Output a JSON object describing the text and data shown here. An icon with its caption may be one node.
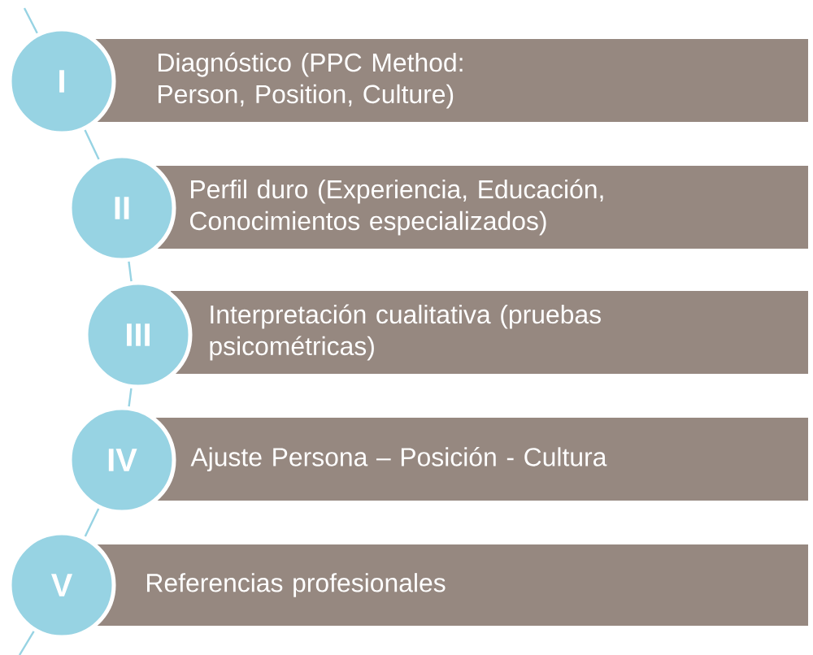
{
  "diagram": {
    "nodes": [
      {
        "text": [
          "I"
        ]
      },
      {
        "text": [
          "Diagnóstico (PPC Method: Person, Position, Culture)"
        ]
      },
      {
        "text": [
          "II"
        ]
      },
      {
        "text": [
          "Perfil duro (Experiencia, Educación, Conocimientos especializados)"
        ]
      },
      {
        "text": [
          "III"
        ]
      },
      {
        "text": [
          "Interpretación cualitativa (pruebas psicométricas)"
        ]
      },
      {
        "text": [
          "IV"
        ]
      },
      {
        "text": [
          "Ajuste Persona – Posición - Cultura"
        ]
      },
      {
        "text": [
          "V"
        ]
      },
      {
        "text": [
          "Referencias profesionales"
        ]
      }
    ],
    "edges": [
      {
        "from": null,
        "to": 0,
        "arrow": "none"
      },
      {
        "from": 0,
        "to": 2,
        "arrow": "none"
      },
      {
        "from": 2,
        "to": 4,
        "arrow": "none"
      },
      {
        "from": 4,
        "to": 6,
        "arrow": "none"
      },
      {
        "from": 6,
        "to": 8,
        "arrow": "none"
      },
      {
        "from": 8,
        "to": null,
        "arrow": "none"
      }
    ]
  }
}
